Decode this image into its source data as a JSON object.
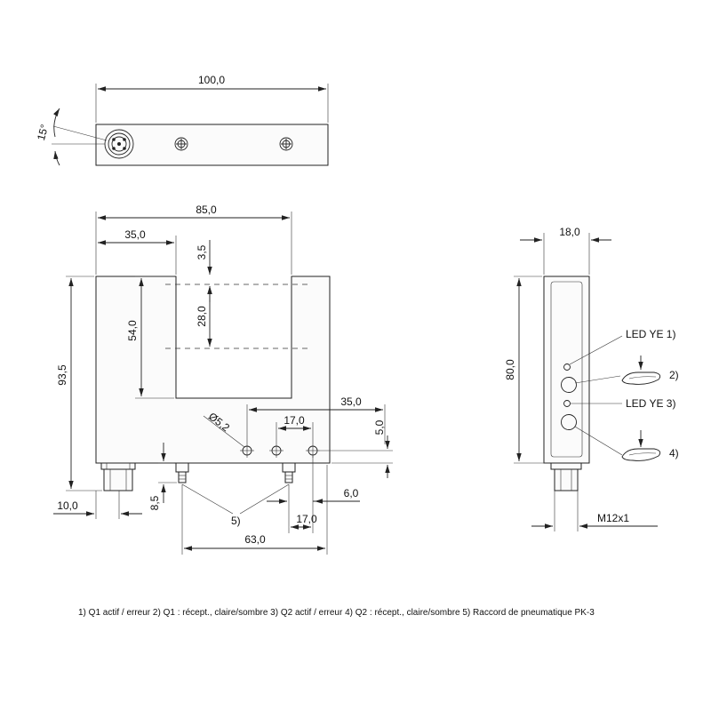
{
  "dimensions": {
    "top_width": "100,0",
    "angle": "15°",
    "width_85": "85,0",
    "width_35_left": "35,0",
    "slot_3_5": "3,5",
    "slot_28": "28,0",
    "slot_54": "54,0",
    "height_93_5": "93,5",
    "hole_dia": "Ø5,2",
    "right_35": "35,0",
    "hole_17_top": "17,0",
    "hole_5": "5,0",
    "bottom_10": "10,0",
    "pneu_8_5": "8,5",
    "right_6": "6,0",
    "bottom_17": "17,0",
    "bottom_63": "63,0",
    "side_18": "18,0",
    "side_80": "80,0",
    "thread": "M12x1"
  },
  "callouts": {
    "led1": "LED YE 1)",
    "c2": "2)",
    "led3": "LED YE 3)",
    "c4": "4)",
    "c5": "5)"
  },
  "caption": "1) Q1 actif / erreur  2) Q1 : récept., claire/sombre  3) Q2 actif / erreur  4) Q2 : récept., claire/sombre  5) Raccord de pneumatique PK-3"
}
